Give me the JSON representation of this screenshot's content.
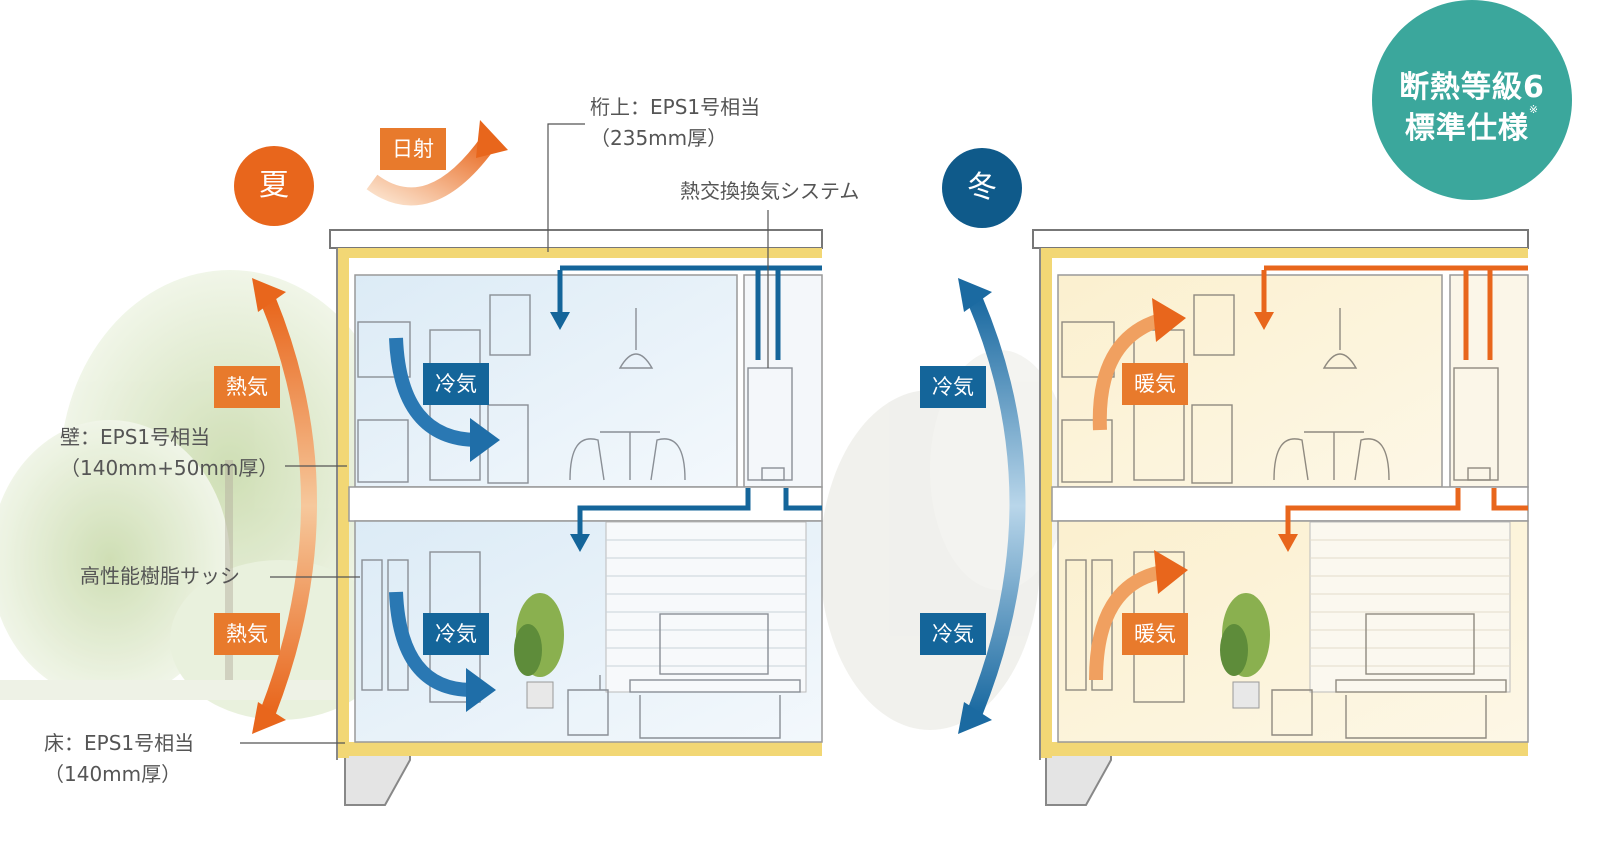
{
  "badge": {
    "line1": "断熱等級6",
    "line2": "標準仕様",
    "note_mark": "※"
  },
  "summer": {
    "season_label": "夏",
    "sun_label": "日射",
    "heat_upper": "熱気",
    "heat_lower": "熱気",
    "cool_upper": "冷気",
    "cool_lower": "冷気"
  },
  "winter": {
    "season_label": "冬",
    "cold_upper": "冷気",
    "cold_lower": "冷気",
    "warm_upper": "暖気",
    "warm_lower": "暖気"
  },
  "callouts": {
    "roof_line1": "桁上：EPS1号相当",
    "roof_line2": "（235mm厚）",
    "ventilation": "熱交換換気システム",
    "wall_line1": "壁：EPS1号相当",
    "wall_line2": "（140mm+50mm厚）",
    "sash": "高性能樹脂サッシ",
    "floor_line1": "床：EPS1号相当",
    "floor_line2": "（140mm厚）"
  },
  "colors": {
    "summer_accent": "#e87a2c",
    "winter_accent": "#0f5a8a",
    "insulation": "#f2d775",
    "badge": "#3ba79c",
    "duct_cool": "#14659a",
    "duct_warm": "#e8661c"
  }
}
